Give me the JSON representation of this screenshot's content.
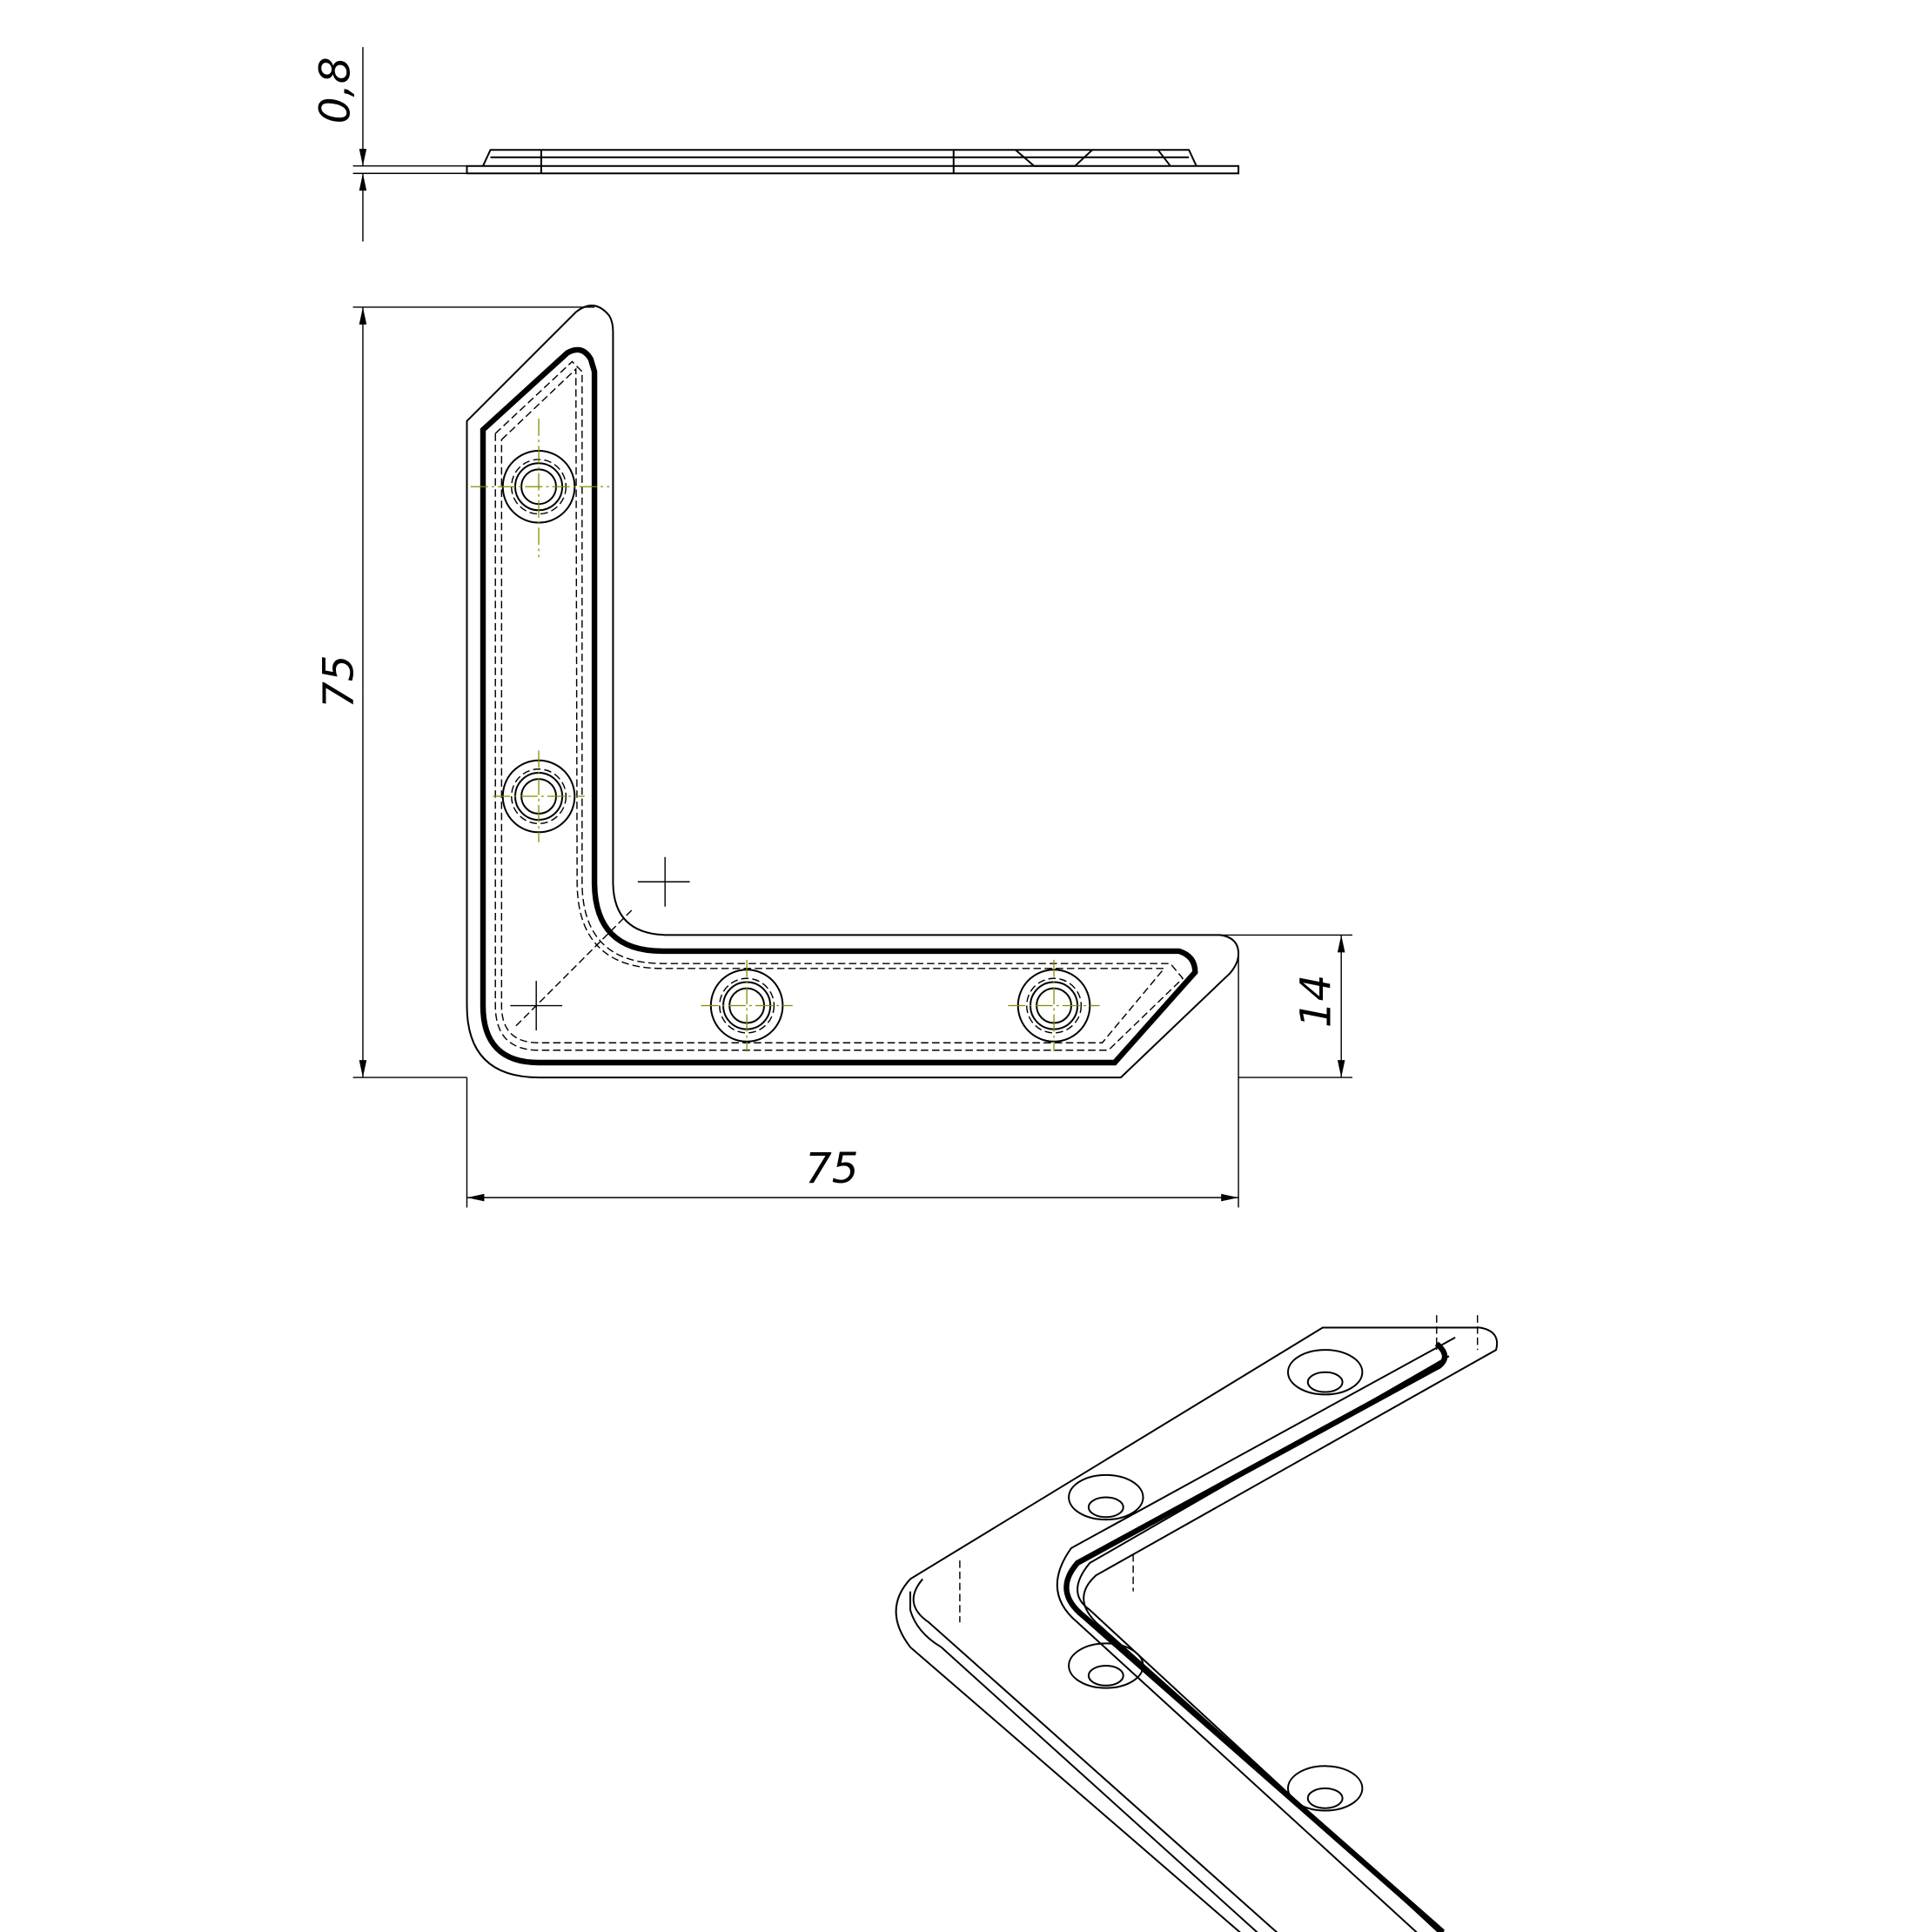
{
  "dimensions": {
    "thickness": "0,8",
    "height": "75",
    "width": "75",
    "arm_width": "14"
  },
  "colors": {
    "line": "#000000",
    "centerline": "#8a8a00",
    "background": "#ffffff"
  }
}
